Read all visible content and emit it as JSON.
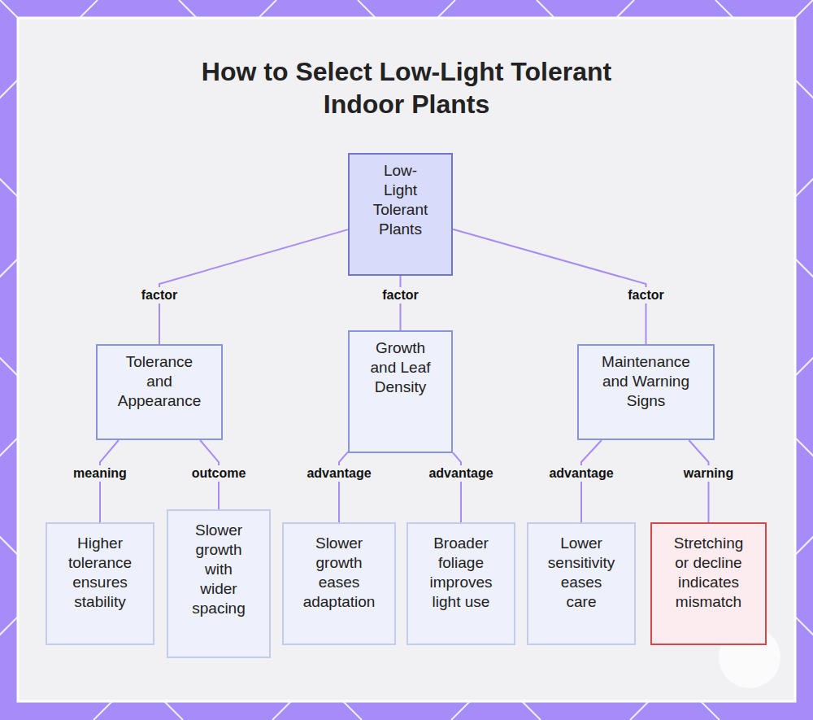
{
  "diagram": {
    "title": "How to Select Low-Light Tolerant Indoor Plants",
    "nodes": [
      {
        "text": [
          "Low-Light Tolerant Plants"
        ]
      },
      {
        "text": [
          "Tolerance and Appearance"
        ]
      },
      {
        "text": [
          "Growth and Leaf Density"
        ]
      },
      {
        "text": [
          "Maintenance and Warning Signs"
        ]
      },
      {
        "text": [
          "Higher tolerance ensures stability"
        ]
      },
      {
        "text": [
          "Slower growth with wider spacing"
        ]
      },
      {
        "text": [
          "Slower growth eases adaptation"
        ]
      },
      {
        "text": [
          "Broader foliage improves light use"
        ]
      },
      {
        "text": [
          "Lower sensitivity eases care"
        ]
      },
      {
        "text": [
          "Stretching or decline indicates mismatch"
        ]
      }
    ],
    "edges": [
      {
        "from": 0,
        "to": 1,
        "label": "factor",
        "arrow": "none"
      },
      {
        "from": 0,
        "to": 2,
        "label": "factor",
        "arrow": "none"
      },
      {
        "from": 0,
        "to": 3,
        "label": "factor",
        "arrow": "none"
      },
      {
        "from": 1,
        "to": 4,
        "label": "meaning",
        "arrow": "none"
      },
      {
        "from": 1,
        "to": 5,
        "label": "outcome",
        "arrow": "none"
      },
      {
        "from": 2,
        "to": 6,
        "label": "advantage",
        "arrow": "none"
      },
      {
        "from": 2,
        "to": 7,
        "label": "advantage",
        "arrow": "none"
      },
      {
        "from": 3,
        "to": 8,
        "label": "advantage",
        "arrow": "none"
      },
      {
        "from": 3,
        "to": 9,
        "label": "warning",
        "arrow": "none"
      }
    ]
  }
}
